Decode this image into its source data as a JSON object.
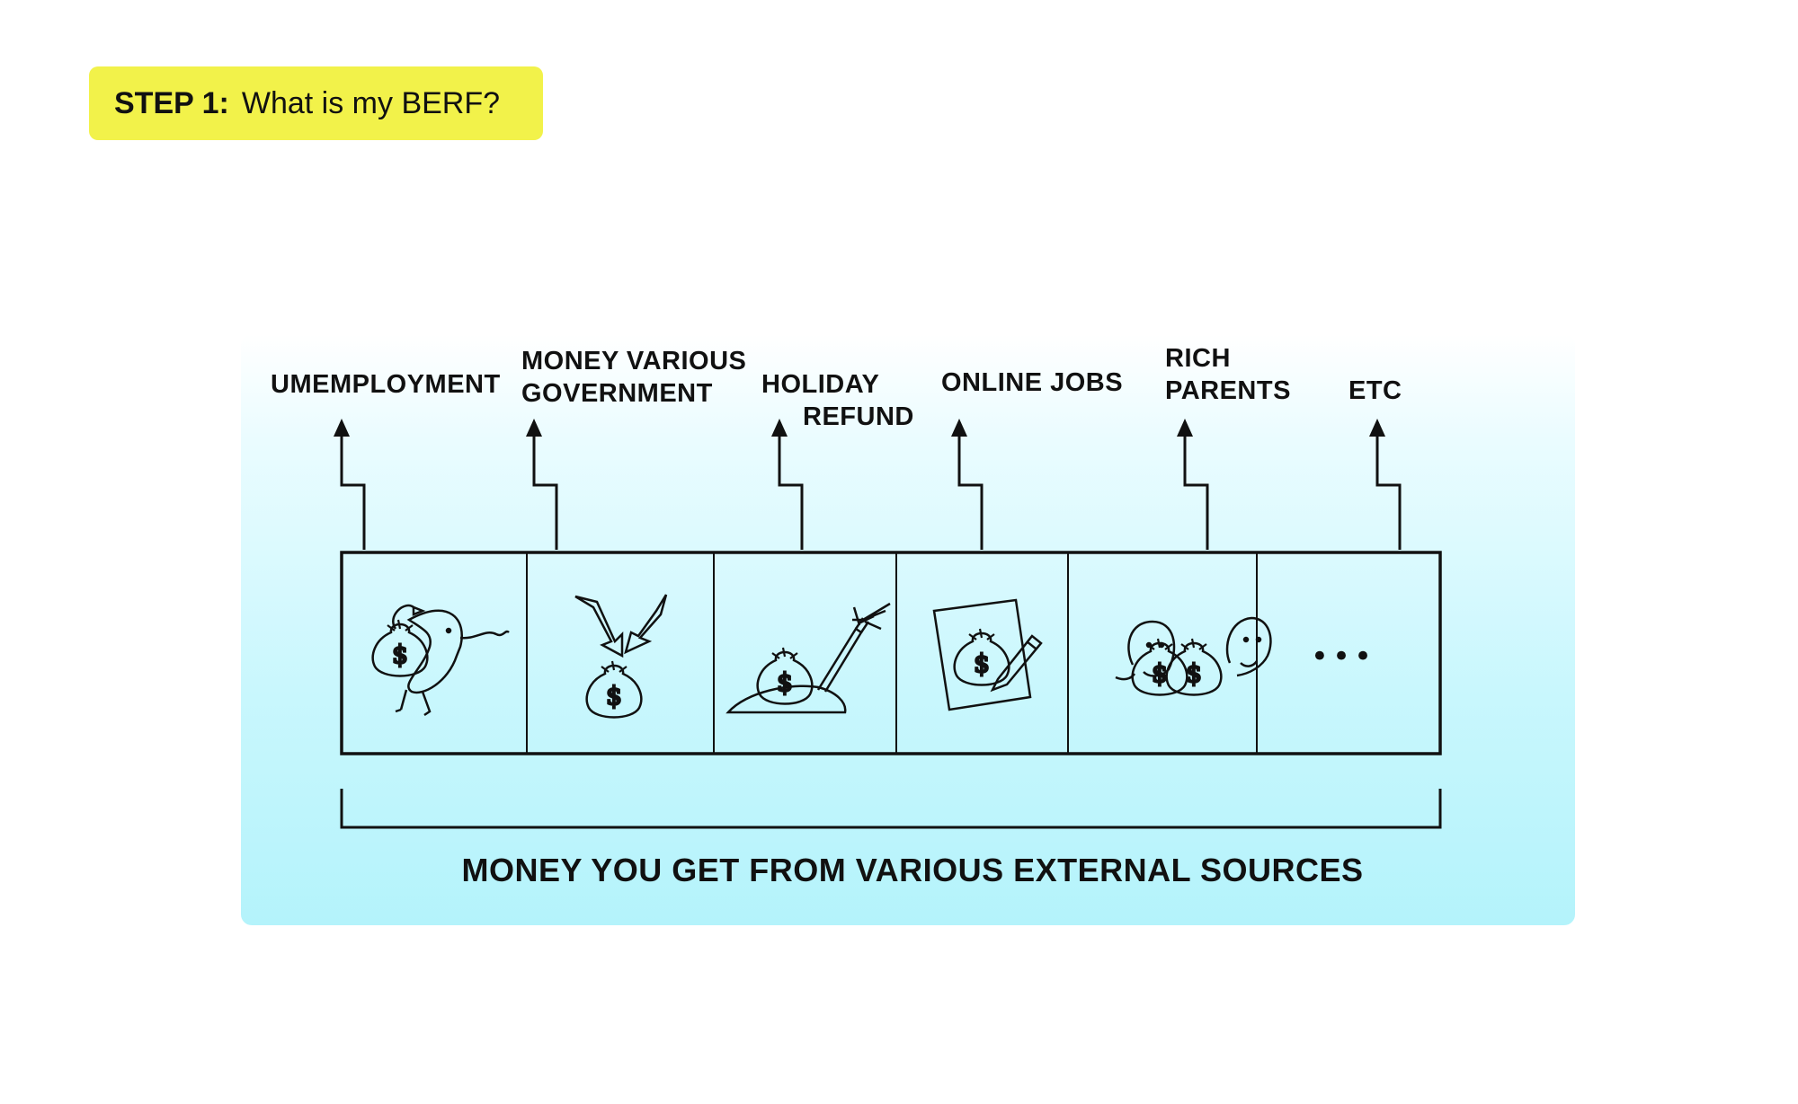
{
  "step": {
    "label": "STEP 1:",
    "question": "What is my BERF?"
  },
  "categories": [
    {
      "lines": [
        "UMEMPLOYMENT"
      ],
      "icon": "money-bag-with-figure-icon"
    },
    {
      "lines": [
        "MONEY VARIOUS",
        "GOVERNMENT"
      ],
      "icon": "money-bag-with-arrows-icon"
    },
    {
      "lines": [
        "HOLIDAY",
        "REFUND"
      ],
      "icon": "money-bag-on-island-icon"
    },
    {
      "lines": [
        "ONLINE JOBS"
      ],
      "icon": "money-bag-with-pencil-icon"
    },
    {
      "lines": [
        "RICH",
        "PARENTS"
      ],
      "icon": "money-bag-with-faces-icon"
    },
    {
      "lines": [
        "ETC"
      ],
      "icon": "ellipsis-icon"
    }
  ],
  "ellipsis": "•••",
  "footer": "MONEY YOU GET FROM VARIOUS EXTERNAL SOURCES",
  "colors": {
    "badge": "#f2f24a",
    "panel_bottom": "#b4f3fb",
    "line": "#111111"
  }
}
